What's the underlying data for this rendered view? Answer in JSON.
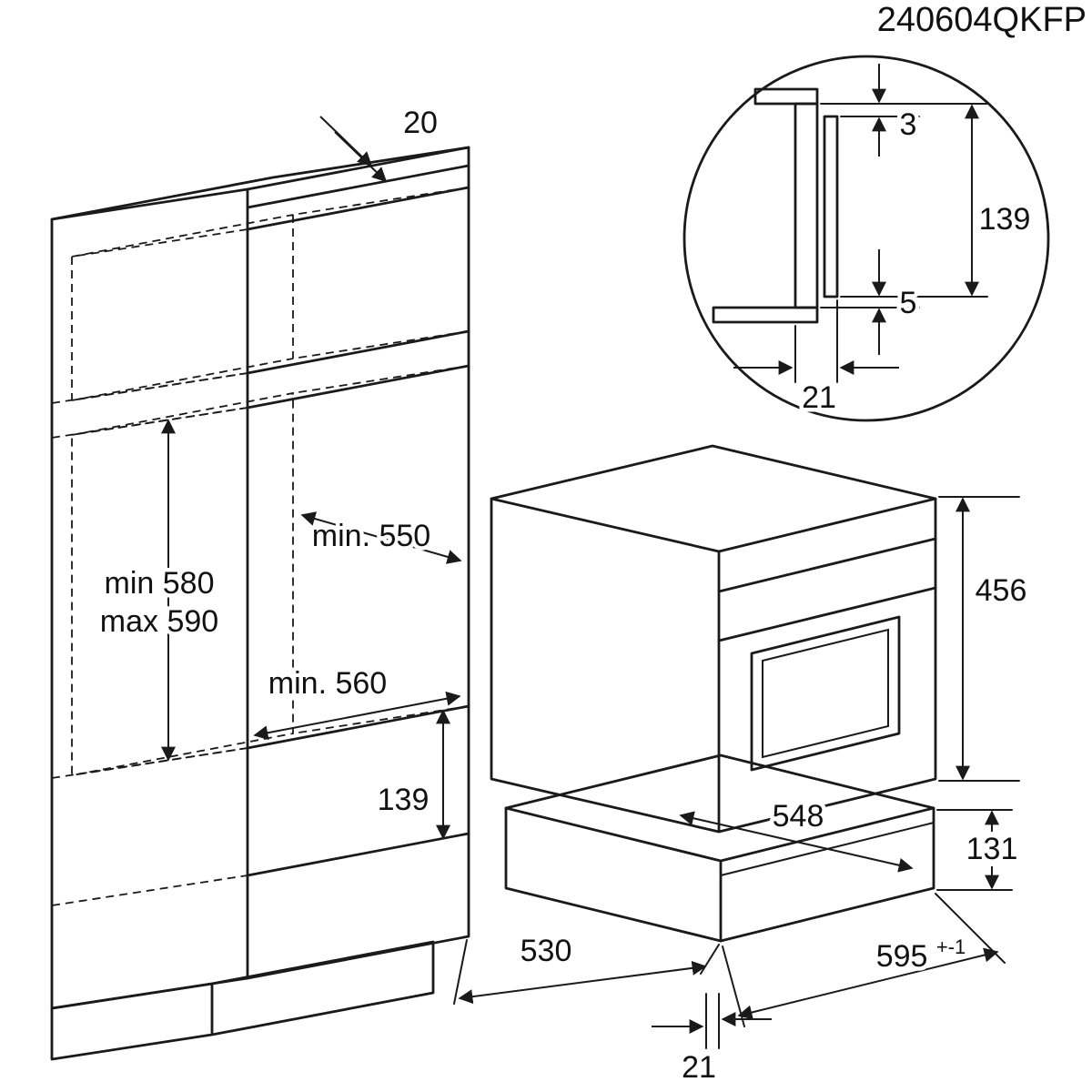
{
  "title": {
    "code": "240604QKFP"
  },
  "cabinet": {
    "top_thickness": "20",
    "niche_depth": "min. 550",
    "niche_height_min": "min 580",
    "niche_height_max": "max 590",
    "niche_width": "min. 560",
    "plinth_band": "139",
    "bottom_depth": "530",
    "bottom_gap": "21"
  },
  "oven": {
    "height": "456",
    "depth": "548",
    "drawer_height": "131",
    "width": "595",
    "width_tolerance": "+-1"
  },
  "detail": {
    "top_gap": "3",
    "panel_height": "139",
    "bottom_gap": "5",
    "overhang": "21"
  },
  "colors": {
    "line": "#1a1a1a",
    "background": "#ffffff"
  }
}
